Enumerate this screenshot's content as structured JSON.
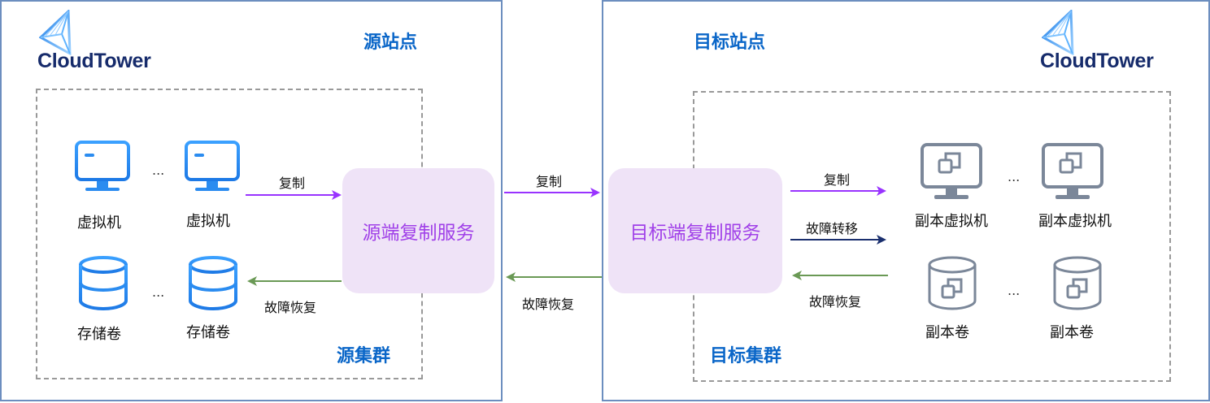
{
  "colors": {
    "site_border": "#6c8ebf",
    "cluster_border": "#999999",
    "title": "#0a66c8",
    "service_bg": "#efe3f7",
    "service_text": "#a040e8",
    "replicate_arrow": "#9933ff",
    "failover_arrow": "#1a2f6e",
    "recovery_arrow": "#6a9955",
    "source_icon": "#2b8cf0",
    "replica_icon": "#7b8799"
  },
  "source_site": {
    "logo": "CloudTower",
    "title": "源站点",
    "cluster_title": "源集群",
    "service": "源端复制服务",
    "vm_icon": "monitor-icon",
    "volume_icon": "database-icon",
    "vm_labels": [
      "虚拟机",
      "虚拟机"
    ],
    "volume_labels": [
      "存储卷",
      "存储卷"
    ],
    "ellipsis": "...",
    "arrows": {
      "replicate": "复制",
      "recovery": "故障恢复"
    }
  },
  "middle": {
    "replicate": "复制",
    "recovery": "故障恢复"
  },
  "target_site": {
    "logo": "CloudTower",
    "title": "目标站点",
    "cluster_title": "目标集群",
    "service": "目标端复制服务",
    "vm_icon": "replica-monitor-icon",
    "volume_icon": "replica-database-icon",
    "vm_labels": [
      "副本虚拟机",
      "副本虚拟机"
    ],
    "volume_labels": [
      "副本卷",
      "副本卷"
    ],
    "ellipsis": "...",
    "arrows": {
      "replicate": "复制",
      "failover": "故障转移",
      "recovery": "故障恢复"
    }
  }
}
